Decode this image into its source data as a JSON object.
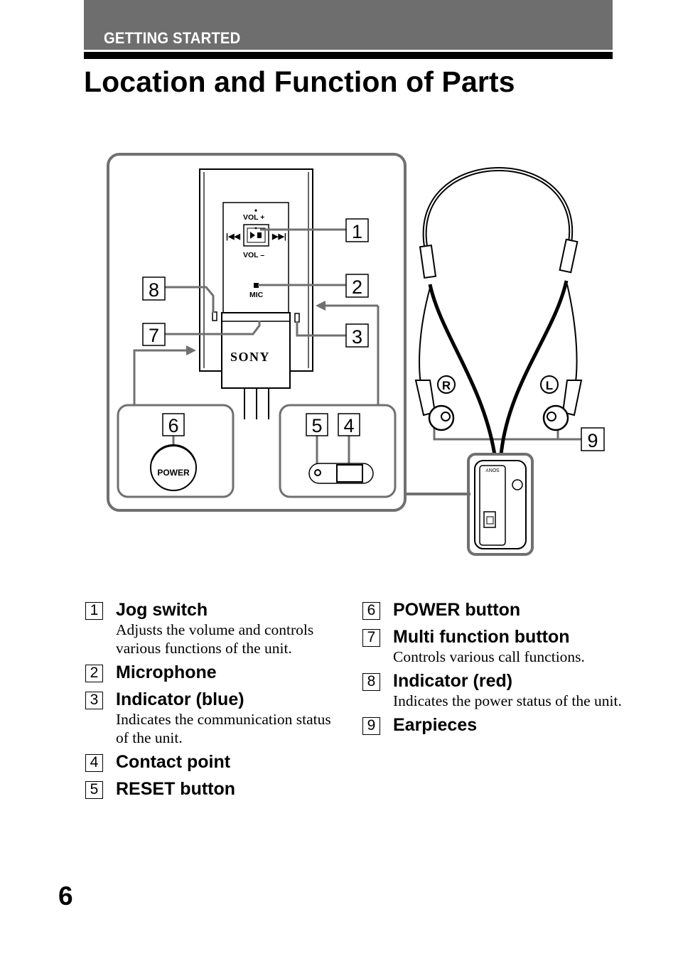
{
  "header": {
    "section_label": "GETTING STARTED",
    "title": "Location and Function of Parts"
  },
  "figure": {
    "callouts": [
      "1",
      "2",
      "3",
      "4",
      "5",
      "6",
      "7",
      "8",
      "9"
    ],
    "device_labels": {
      "vol_plus": "VOL +",
      "vol_minus": "VOL –",
      "mic": "MIC",
      "brand": "SONY",
      "power": "POWER",
      "right_ear": "R",
      "left_ear": "L",
      "clip_brand": "SONY"
    }
  },
  "parts": [
    {
      "number": "1",
      "name": "Jog switch",
      "desc": "Adjusts the volume and controls various functions of the unit."
    },
    {
      "number": "2",
      "name": "Microphone",
      "desc": ""
    },
    {
      "number": "3",
      "name": "Indicator (blue)",
      "desc": "Indicates the communication status of the unit."
    },
    {
      "number": "4",
      "name": "Contact point",
      "desc": ""
    },
    {
      "number": "5",
      "name": "RESET button",
      "desc": ""
    },
    {
      "number": "6",
      "name": "POWER button",
      "desc": ""
    },
    {
      "number": "7",
      "name": "Multi function button",
      "desc": "Controls various call functions."
    },
    {
      "number": "8",
      "name": "Indicator (red)",
      "desc": "Indicates the power status of the unit."
    },
    {
      "number": "9",
      "name": "Earpieces",
      "desc": ""
    }
  ],
  "page_number": "6",
  "colors": {
    "header_bar": "#6e6e6e",
    "outline_gray": "#707070"
  }
}
